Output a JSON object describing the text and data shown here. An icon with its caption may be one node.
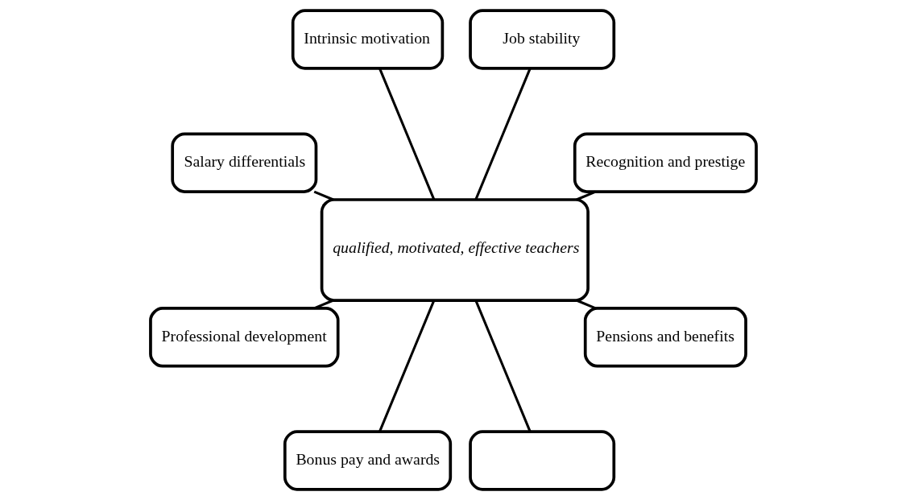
{
  "diagram": {
    "nodes": [
      {
        "text": [
          "Recognition and prestige"
        ]
      },
      {
        "text": [
          "Job stability"
        ]
      },
      {
        "text": [
          "Intrinsic motivation"
        ]
      },
      {
        "text": [
          "Salary differentials"
        ]
      },
      {
        "text": [
          "qualified, motivated, effective teachers"
        ]
      },
      {
        "text": [
          "Professional development"
        ]
      },
      {
        "text": [
          "Bonus pay and awards"
        ]
      },
      {
        "text": [],
        "shape": "box"
      },
      {
        "text": [
          "Pensions and benefits"
        ]
      }
    ],
    "edges": [
      {
        "from": 4,
        "to": 0,
        "arrow": "none"
      },
      {
        "from": 4,
        "to": 1,
        "arrow": "none"
      },
      {
        "from": 4,
        "to": 2,
        "arrow": "none"
      },
      {
        "from": 4,
        "to": 3,
        "arrow": "none"
      },
      {
        "from": 4,
        "to": 5,
        "arrow": "none"
      },
      {
        "from": 4,
        "to": 6,
        "arrow": "none"
      },
      {
        "from": 4,
        "to": 7,
        "arrow": "none"
      },
      {
        "from": 4,
        "to": 8,
        "arrow": "none"
      }
    ]
  }
}
